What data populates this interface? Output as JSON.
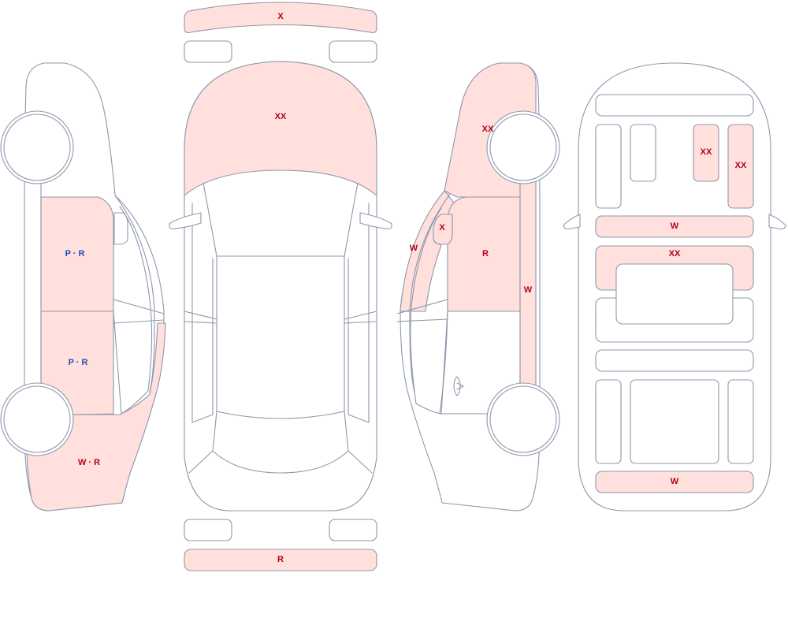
{
  "colors": {
    "outline": "#8e98ab",
    "damage_fill": "#ffe0dd",
    "label_red": "#b3001b",
    "label_blue": "#1f4fb8"
  },
  "labels": {
    "front_bumper": "X",
    "hood": "XX",
    "rear_bumper": "R",
    "left_front_door": "P · R",
    "left_rear_door": "P · R",
    "left_rear_quarter": "W · R",
    "right_front_fender": "XX",
    "right_a_pillar": "W",
    "right_mirror": "X",
    "right_front_door": "R",
    "right_rocker": "W",
    "interior_front_right_1": "XX",
    "interior_front_right_2": "XX",
    "interior_dash": "W",
    "interior_front_seat": "XX",
    "interior_trunk": "W"
  }
}
